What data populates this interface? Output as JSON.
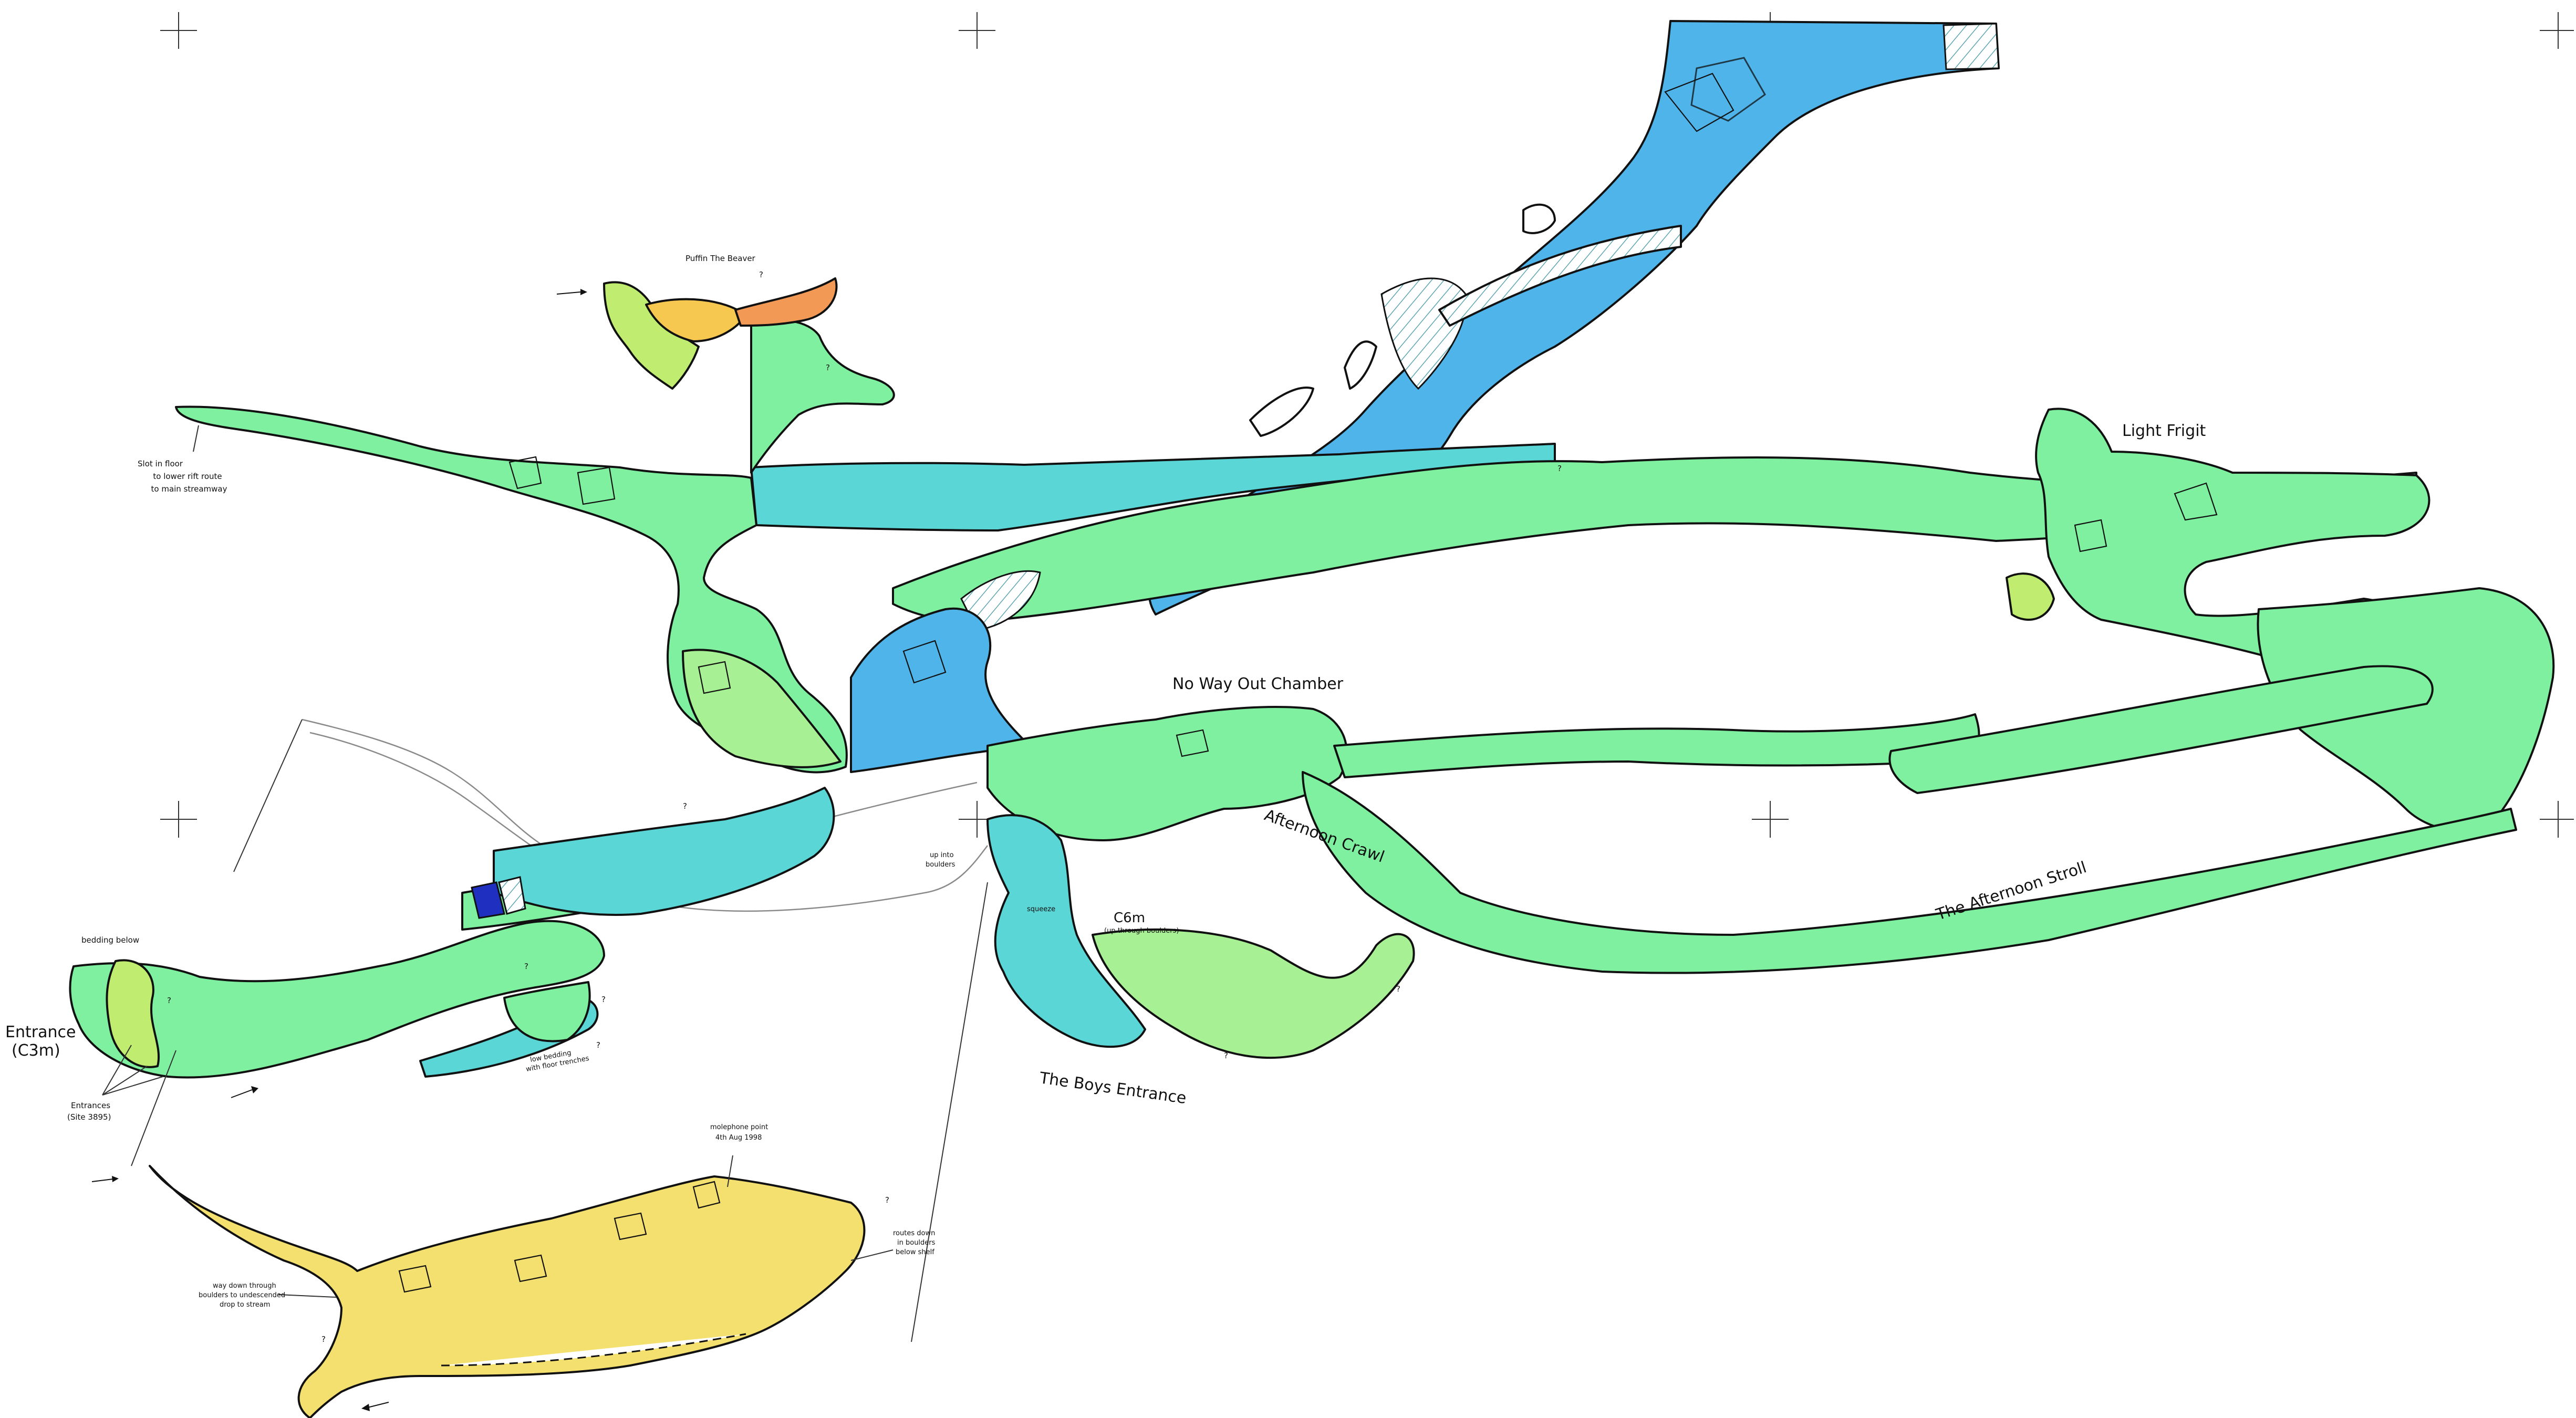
{
  "colors": {
    "green": "#7ef0a0",
    "green_light": "#a8f094",
    "green_yellow": "#c0ec70",
    "blue": "#4fb4ea",
    "cyan": "#5ad6d6",
    "orange": "#f29a55",
    "yellow_orange": "#f6c850",
    "yellow": "#f4e06e",
    "navy": "#1f2fc0",
    "outline": "#111111"
  },
  "icons": {
    "survey_cross": "survey-grid-cross-icon",
    "entrance_arrow": "entrance-arrow-icon",
    "question_mark": "unexplored-lead-icon",
    "boulder": "boulder-symbol-icon",
    "station": "survey-station-icon"
  },
  "labels": {
    "puffin": "Puffin The Beaver",
    "light_frigit": "Light Frigit",
    "no_way_out": "No Way Out Chamber",
    "afternoon_crawl": "Afternoon Crawl",
    "afternoon_stroll": "The Afternoon Stroll",
    "boys_entrance": "The Boys Entrance",
    "c6m_title": "C6m",
    "c6m_note": "(up through boulders)",
    "squeeze": "squeeze",
    "up_into_boulders": [
      "up into",
      "boulders"
    ],
    "slot_in_floor": [
      "Slot in floor",
      "to lower rift route",
      "to main streamway"
    ],
    "bedding_below": "bedding below",
    "entrance_c3m": [
      "Entrance",
      "(C3m)"
    ],
    "entrances_site": [
      "Entrances",
      "(Site 3895)"
    ],
    "low_bedding": [
      "low bedding",
      "with floor trenches"
    ],
    "molephone": [
      "molephone point",
      "4th Aug 1998"
    ],
    "routes_down": [
      "routes down",
      "in boulders",
      "below shelf"
    ],
    "way_down": [
      "way down through",
      "boulders to undescended",
      "drop to stream"
    ]
  },
  "leads": [
    "?",
    "?",
    "?",
    "?",
    "?",
    "?",
    "?",
    "?",
    "?",
    "?",
    "?",
    "?"
  ]
}
